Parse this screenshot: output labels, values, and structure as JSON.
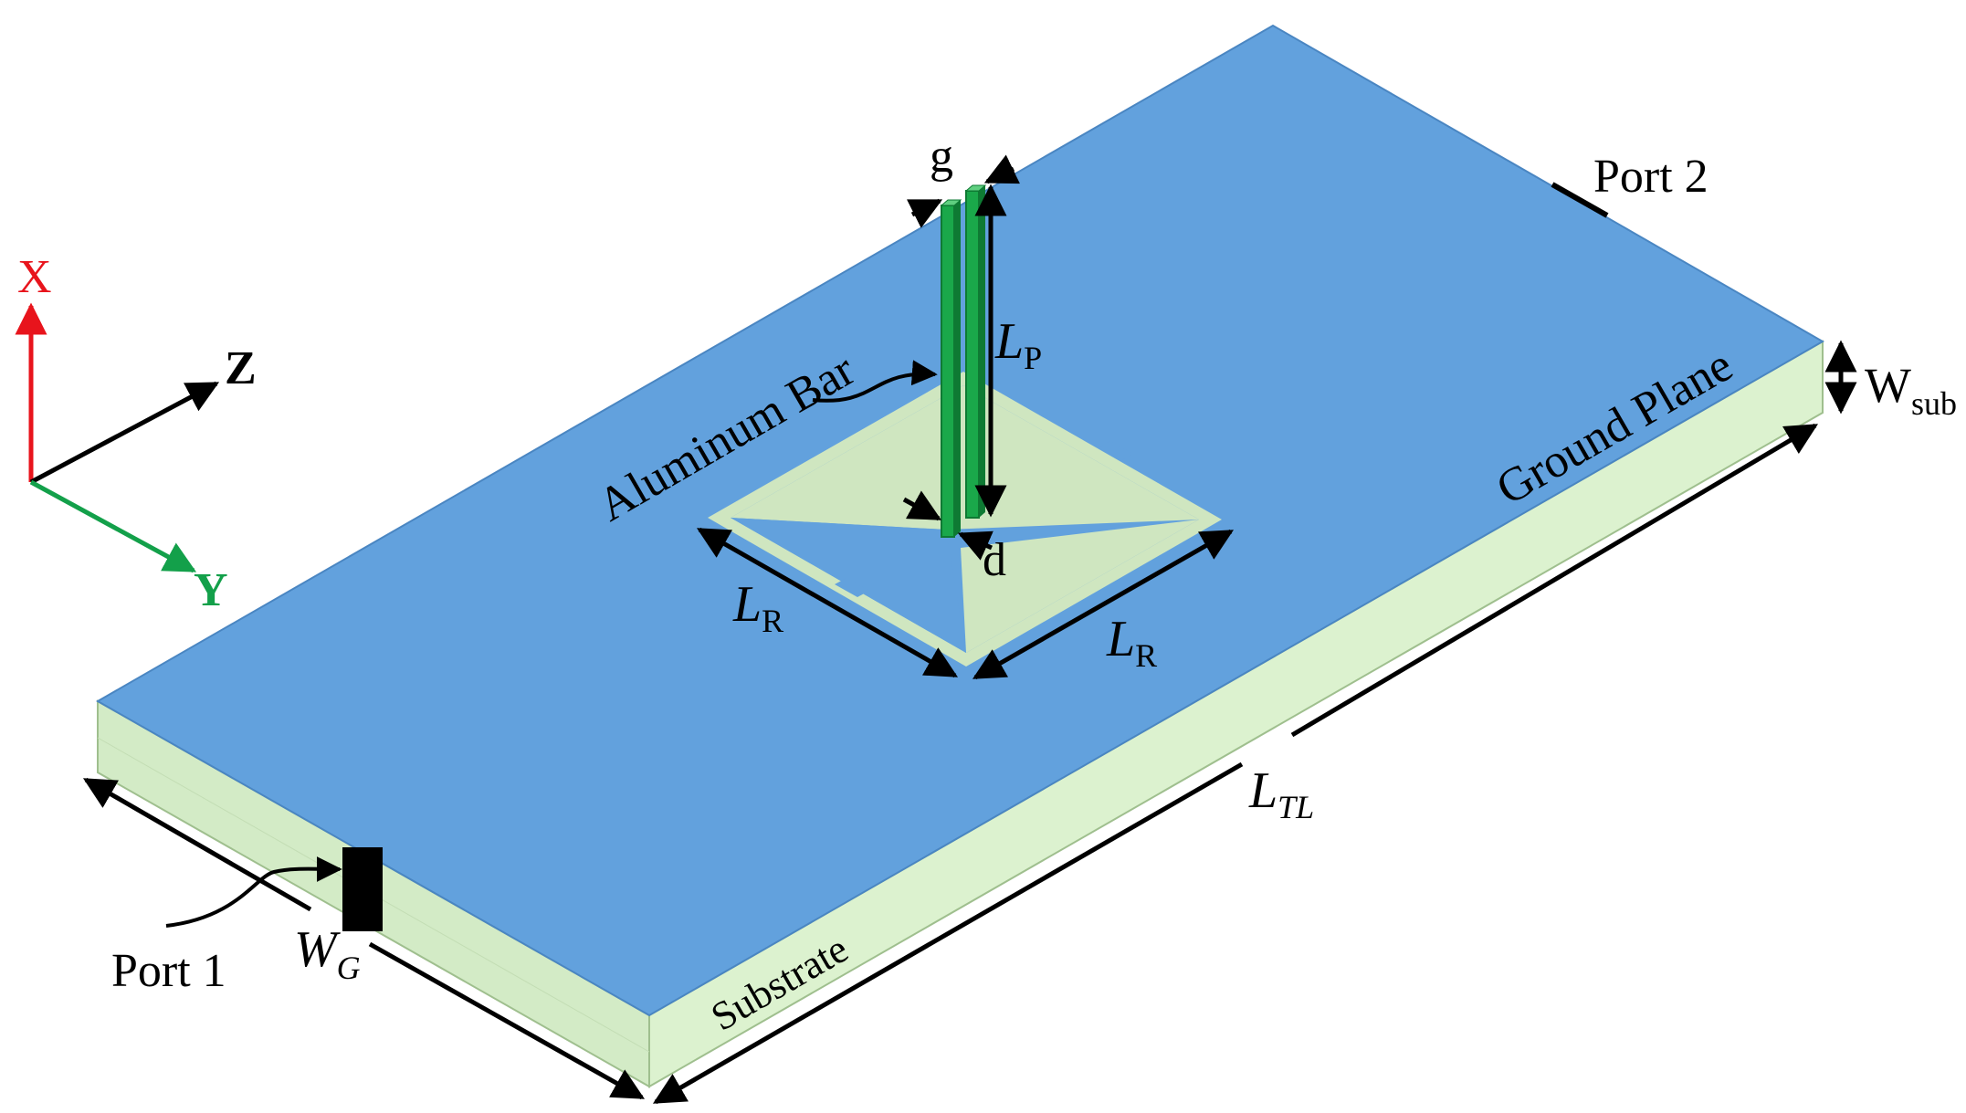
{
  "labels": {
    "port1": "Port 1",
    "port2": "Port 2",
    "substrate": "Substrate",
    "ground_plane": "Ground Plane",
    "aluminum_bar": "Aluminum Bar",
    "axis_x": "X",
    "axis_y": "Y",
    "axis_z": "Z"
  },
  "dimensions": {
    "g": "g",
    "d": "d",
    "lp_main": "L",
    "lp_sub": "P",
    "lr_main": "L",
    "lr_sub": "R",
    "ltl_main": "L",
    "ltl_sub": "TL",
    "wg_main": "W",
    "wg_sub": "G",
    "wsub_main": "W",
    "wsub_sub": "sub"
  },
  "colors": {
    "ground_plane": "#62a1dd",
    "substrate_front": "#d3ebc6",
    "substrate_right": "#d8f0cc",
    "resonator": "#cfe6c0",
    "bar": "#1aa84a",
    "bar_dark": "#0e7a33",
    "axis_x": "#e8141c",
    "axis_y": "#13a04a",
    "axis_z": "#000000",
    "port": "#000000"
  }
}
